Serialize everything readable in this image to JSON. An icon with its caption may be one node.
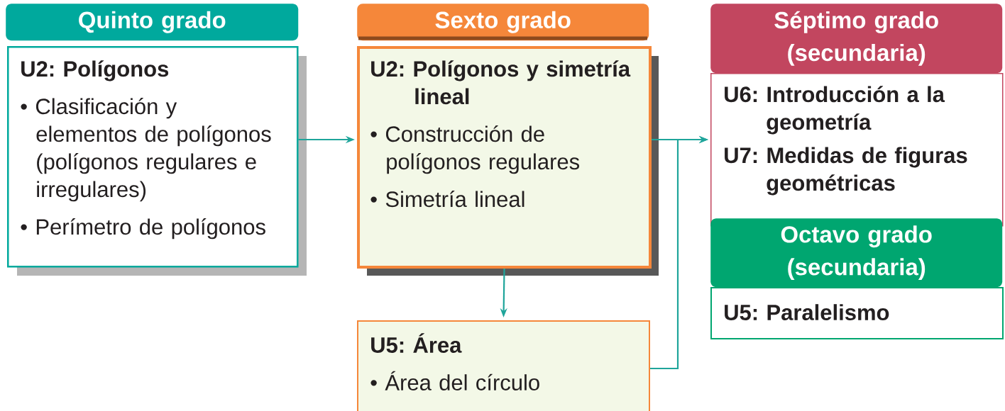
{
  "diagram": {
    "nodes": [
      {
        "text": [
          "Quinto grado"
        ]
      },
      {
        "text": [
          "U2: Polígonos",
          "• Clasificación y elementos de polígonos (polígonos regulares e irregulares)",
          "• Perímetro de polígonos"
        ]
      },
      {
        "text": [
          "Sexto grado"
        ]
      },
      {
        "text": [
          "U2: Polígonos y simetría lineal",
          "• Construcción de polígonos regulares",
          "• Simetría lineal"
        ]
      },
      {
        "text": [
          "U5: Área",
          "• Área del círculo"
        ]
      },
      {
        "text": [
          "Séptimo grado (secundaria)"
        ]
      },
      {
        "text": [
          "U6: Introducción a la geometría",
          "U7: Medidas de figuras geométricas"
        ]
      },
      {
        "text": [
          "Octavo grado (secundaria)"
        ]
      },
      {
        "text": [
          "U5: Paralelismo"
        ]
      }
    ],
    "edges": [
      {
        "from": 1,
        "to": 3,
        "arrow": "to"
      },
      {
        "from": 3,
        "to": 4,
        "arrow": "to"
      },
      {
        "from": 3,
        "to": 6,
        "arrow": "to"
      },
      {
        "from": 4,
        "to": 6,
        "arrow": "to"
      }
    ]
  }
}
